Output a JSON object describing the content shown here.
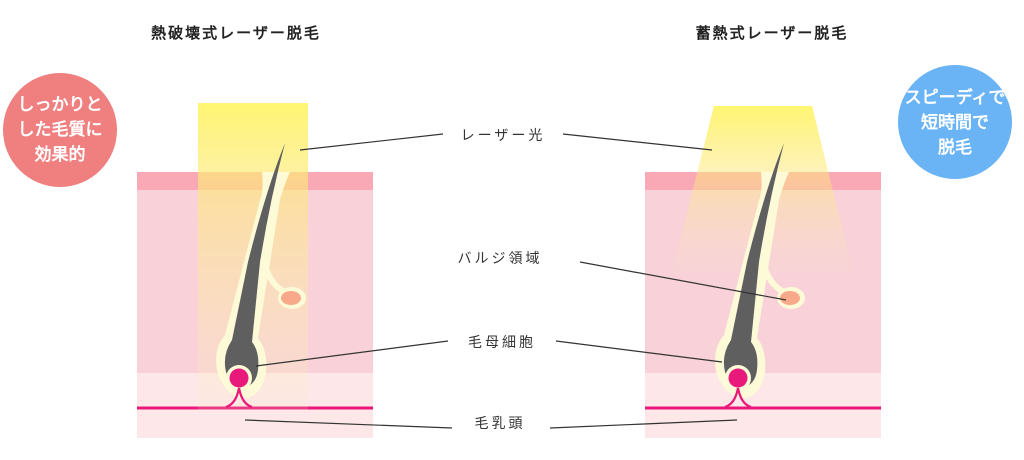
{
  "titles": {
    "left": "熱破壊式レーザー脱毛",
    "right": "蓄熱式レーザー脱毛"
  },
  "badges": {
    "left": {
      "lines": [
        "しっかりと",
        "した毛質に",
        "効果的"
      ],
      "color": "#f08080"
    },
    "right": {
      "lines": [
        "スピーディで",
        "短時間で",
        "脱毛"
      ],
      "color": "#6ab4f5"
    }
  },
  "labels": {
    "laser": "レーザー光",
    "bulge": "バルジ領域",
    "matrix": "毛母細胞",
    "papilla": "毛乳頭"
  },
  "colors": {
    "skin_top": "#f9a8b6",
    "skin_mid": "#f8d2d8",
    "skin_low": "#fde7e9",
    "dermis_line": "#e8197a",
    "hair": "#5f5f5f",
    "laser": "#fff56a"
  }
}
